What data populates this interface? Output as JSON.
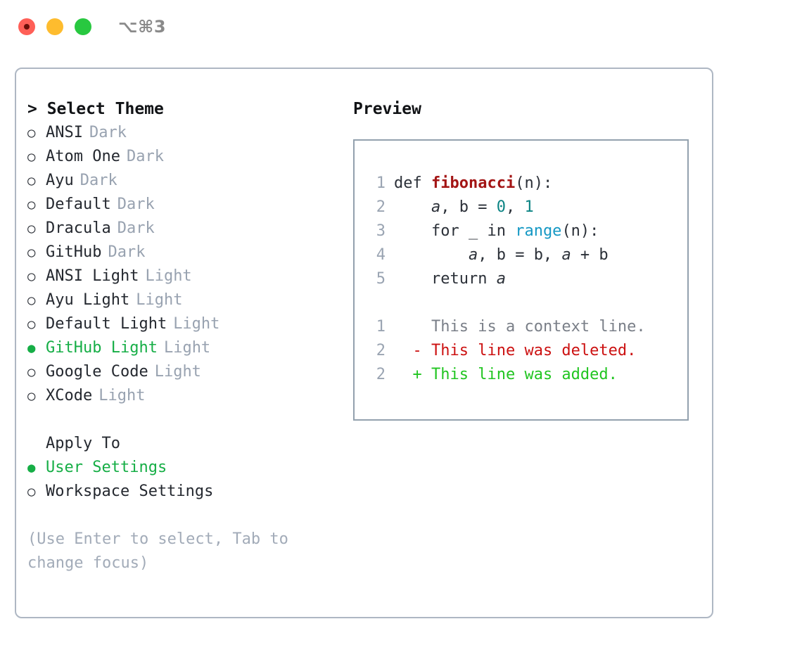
{
  "window": {
    "shortcut_label": "⌥⌘3",
    "traffic_lights": {
      "close": "close",
      "minimize": "minimize",
      "maximize": "maximize"
    }
  },
  "theme_picker": {
    "header": "> Select Theme",
    "options": [
      {
        "marker": "○",
        "label": "ANSI",
        "tag": "Dark",
        "selected": false
      },
      {
        "marker": "○",
        "label": "Atom One",
        "tag": "Dark",
        "selected": false
      },
      {
        "marker": "○",
        "label": "Ayu",
        "tag": "Dark",
        "selected": false
      },
      {
        "marker": "○",
        "label": "Default",
        "tag": "Dark",
        "selected": false
      },
      {
        "marker": "○",
        "label": "Dracula",
        "tag": "Dark",
        "selected": false
      },
      {
        "marker": "○",
        "label": "GitHub",
        "tag": "Dark",
        "selected": false
      },
      {
        "marker": "○",
        "label": "ANSI Light",
        "tag": "Light",
        "selected": false
      },
      {
        "marker": "○",
        "label": "Ayu Light",
        "tag": "Light",
        "selected": false
      },
      {
        "marker": "○",
        "label": "Default Light",
        "tag": "Light",
        "selected": false
      },
      {
        "marker": "●",
        "label": "GitHub Light",
        "tag": "Light",
        "selected": true
      },
      {
        "marker": "○",
        "label": "Google Code",
        "tag": "Light",
        "selected": false
      },
      {
        "marker": "○",
        "label": "XCode",
        "tag": "Light",
        "selected": false
      }
    ]
  },
  "apply_to": {
    "header": "Apply To",
    "options": [
      {
        "marker": "●",
        "label": "User Settings",
        "selected": true
      },
      {
        "marker": "○",
        "label": "Workspace Settings",
        "selected": false
      }
    ]
  },
  "hint": "(Use Enter to select, Tab to change focus)",
  "preview": {
    "header": "Preview",
    "code_lines": [
      {
        "no": "1",
        "indent": "",
        "parts": [
          {
            "text": "def ",
            "type": "plain"
          },
          {
            "text": "fibonacci",
            "type": "fn"
          },
          {
            "text": "(n):",
            "type": "plain"
          }
        ]
      },
      {
        "no": "2",
        "indent": "    ",
        "parts": [
          {
            "text": "a",
            "type": "var"
          },
          {
            "text": ", b = ",
            "type": "plain"
          },
          {
            "text": "0",
            "type": "num"
          },
          {
            "text": ", ",
            "type": "plain"
          },
          {
            "text": "1",
            "type": "num"
          }
        ]
      },
      {
        "no": "3",
        "indent": "    ",
        "parts": [
          {
            "text": "for _ in ",
            "type": "plain"
          },
          {
            "text": "range",
            "type": "bi"
          },
          {
            "text": "(n):",
            "type": "plain"
          }
        ]
      },
      {
        "no": "4",
        "indent": "        ",
        "parts": [
          {
            "text": "a",
            "type": "var"
          },
          {
            "text": ", b = b, ",
            "type": "plain"
          },
          {
            "text": "a",
            "type": "var"
          },
          {
            "text": " + b",
            "type": "plain"
          }
        ]
      },
      {
        "no": "5",
        "indent": "    ",
        "parts": [
          {
            "text": "return ",
            "type": "plain"
          },
          {
            "text": "a",
            "type": "var"
          }
        ]
      }
    ],
    "diff_lines": [
      {
        "no": "1",
        "sign": " ",
        "text": "This is a context line.",
        "kind": "context"
      },
      {
        "no": "2",
        "sign": "-",
        "text": "This line was deleted.",
        "kind": "deleted"
      },
      {
        "no": "2",
        "sign": "+",
        "text": "This line was added.",
        "kind": "added"
      }
    ]
  },
  "colors": {
    "selected_green": "#16ae46",
    "diff_add_green": "#21c521",
    "diff_del_red": "#cc1111",
    "muted_gray": "#98a2b0",
    "function_red": "#a31515",
    "builtin_blue": "#1598c4",
    "number_teal": "#0c8484",
    "panel_border": "#aeb7c3",
    "preview_border": "#93a1ae",
    "traffic_red": "#ff5f57",
    "traffic_amber": "#febc2e",
    "traffic_green": "#28c840"
  }
}
